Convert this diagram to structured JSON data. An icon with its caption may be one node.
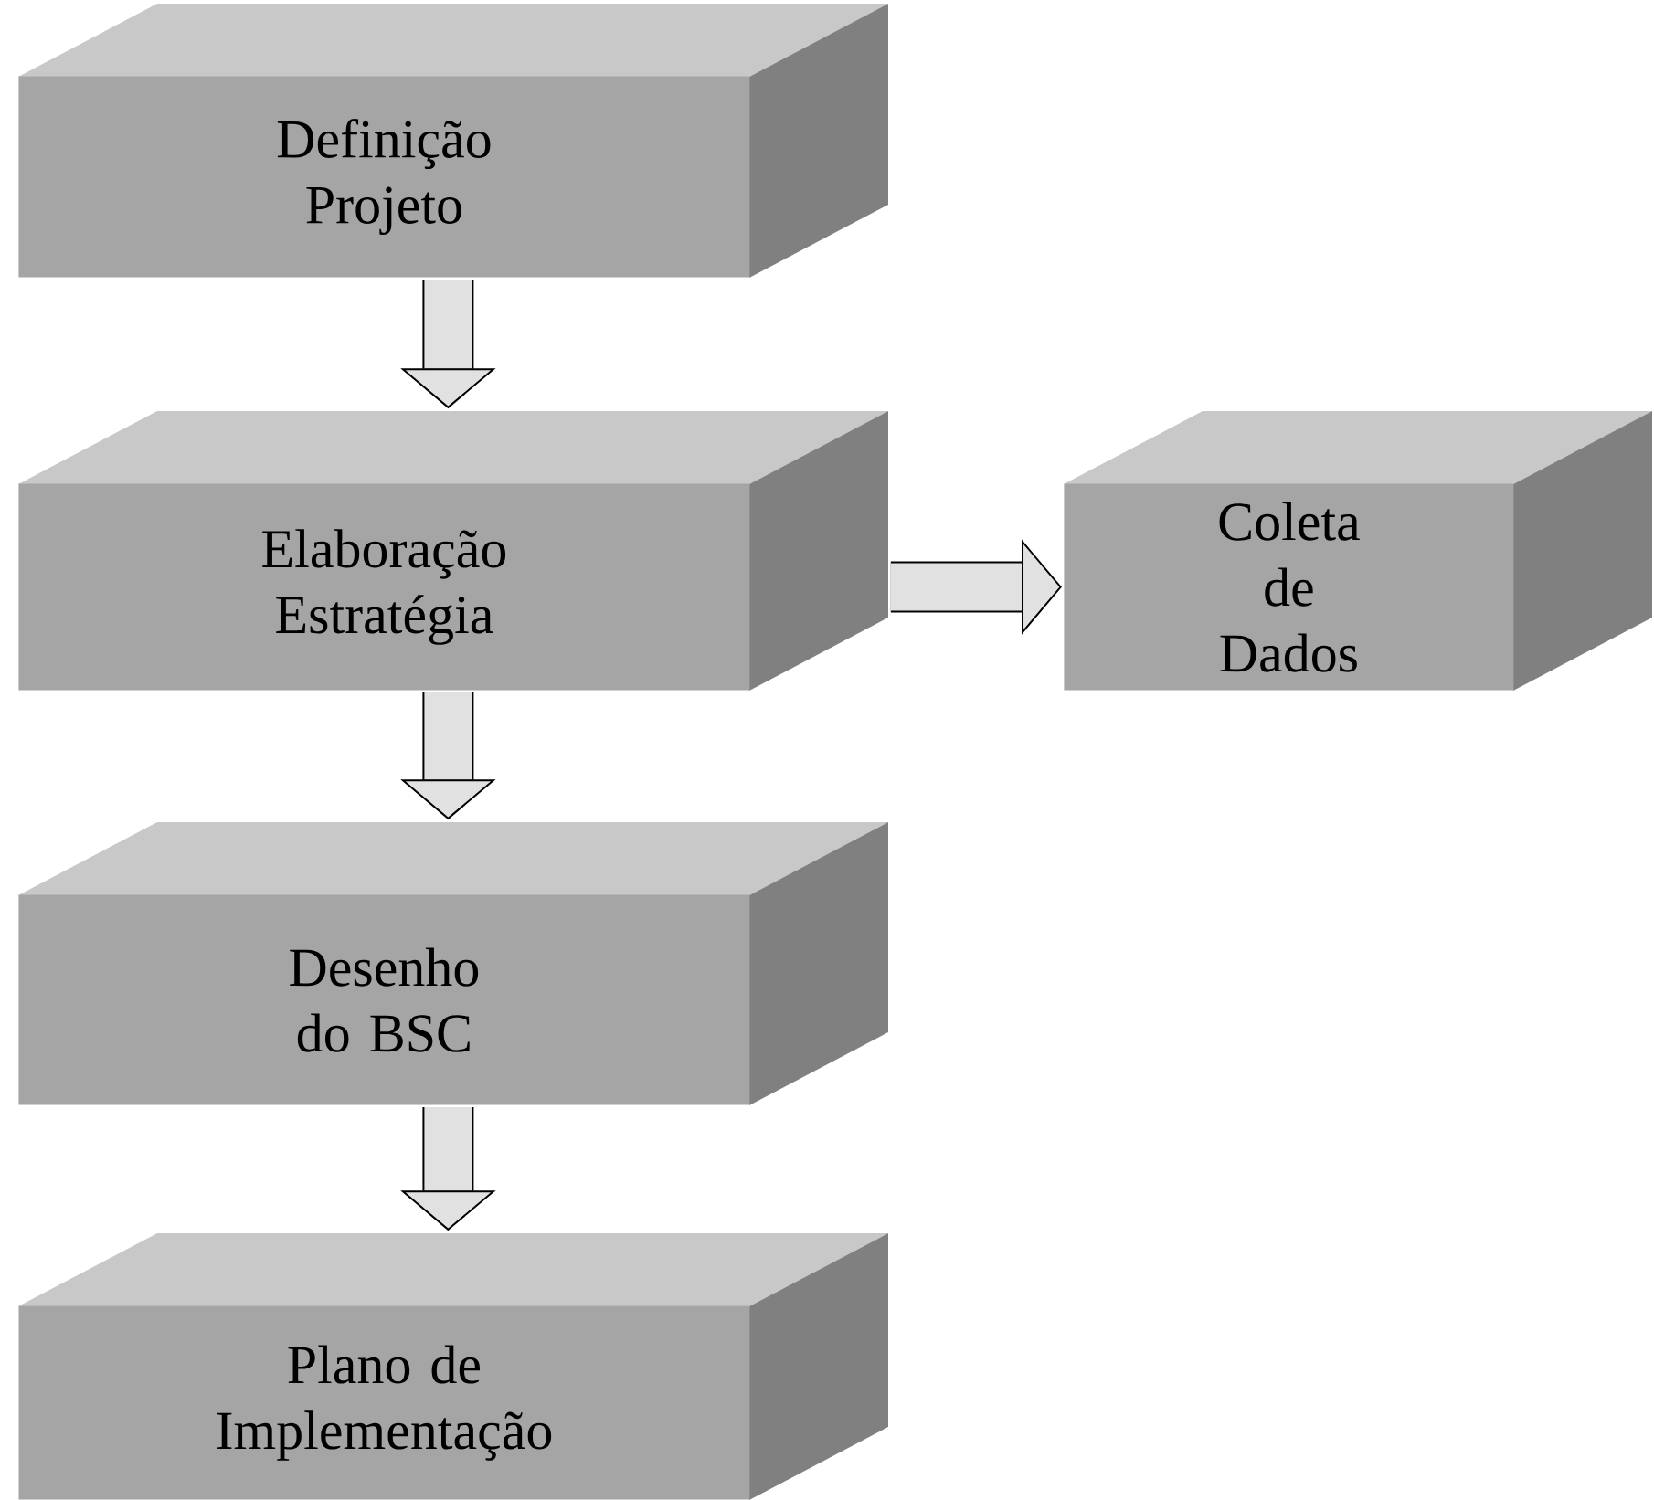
{
  "diagram": {
    "nodes": [
      {
        "text": [
          "Definição Projeto"
        ]
      },
      {
        "text": [
          "Elaboração Estratégia"
        ]
      },
      {
        "text": [
          "Coleta de Dados"
        ]
      },
      {
        "text": [
          "Desenho do BSC"
        ]
      },
      {
        "text": [
          "Plano de Implementação"
        ]
      }
    ],
    "edges": [
      {
        "from": 0,
        "to": 1,
        "arrow": "to"
      },
      {
        "from": 1,
        "to": 2,
        "arrow": "to"
      },
      {
        "from": 1,
        "to": 3,
        "arrow": "to"
      },
      {
        "from": 3,
        "to": 4,
        "arrow": "to"
      }
    ]
  }
}
